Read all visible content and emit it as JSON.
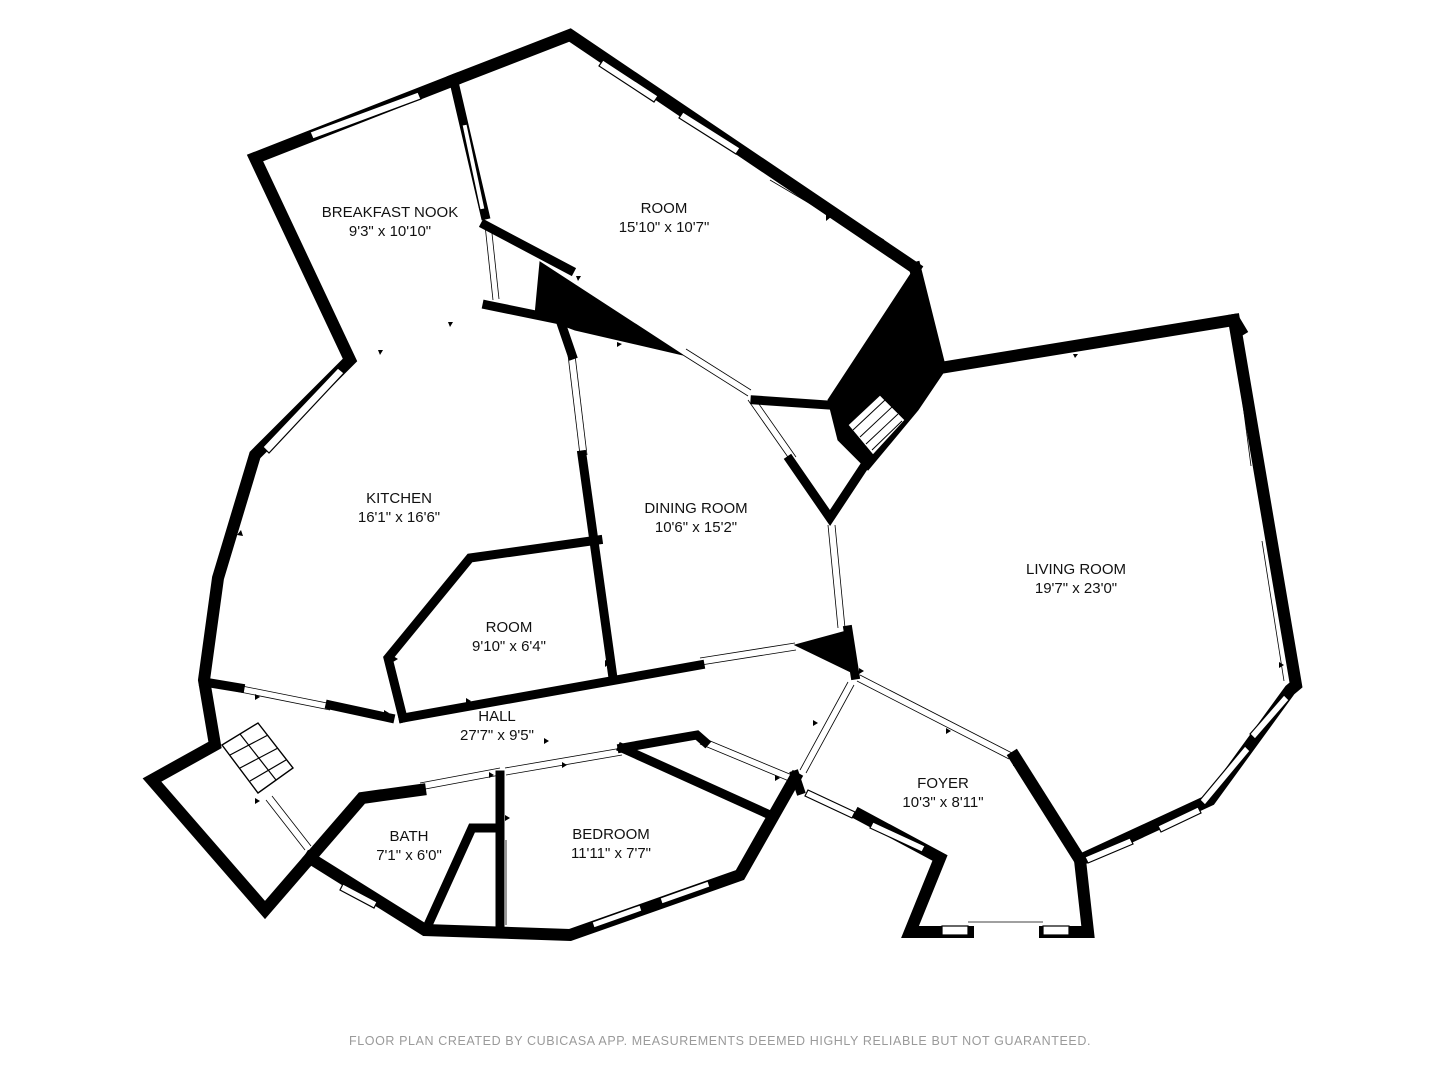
{
  "rooms": [
    {
      "id": "breakfast-nook",
      "name": "BREAKFAST NOOK",
      "dim": "9'3\" x 10'10\""
    },
    {
      "id": "room-top",
      "name": "ROOM",
      "dim": "15'10\" x 10'7\""
    },
    {
      "id": "kitchen",
      "name": "KITCHEN",
      "dim": "16'1\" x 16'6\""
    },
    {
      "id": "dining-room",
      "name": "DINING ROOM",
      "dim": "10'6\" x 15'2\""
    },
    {
      "id": "living-room",
      "name": "LIVING ROOM",
      "dim": "19'7\" x 23'0\""
    },
    {
      "id": "room-small",
      "name": "ROOM",
      "dim": "9'10\" x 6'4\""
    },
    {
      "id": "hall",
      "name": "HALL",
      "dim": "27'7\" x 9'5\""
    },
    {
      "id": "foyer",
      "name": "FOYER",
      "dim": "10'3\" x 8'11\""
    },
    {
      "id": "bath",
      "name": "BATH",
      "dim": "7'1\" x 6'0\""
    },
    {
      "id": "bedroom",
      "name": "BEDROOM",
      "dim": "11'11\" x 7'7\""
    }
  ],
  "footer": "FLOOR PLAN CREATED BY CUBICASA APP. MEASUREMENTS DEEMED HIGHLY RELIABLE BUT NOT GUARANTEED.",
  "colors": {
    "wall": "#000000",
    "background": "#ffffff",
    "footer_text": "#9a9a9a"
  }
}
